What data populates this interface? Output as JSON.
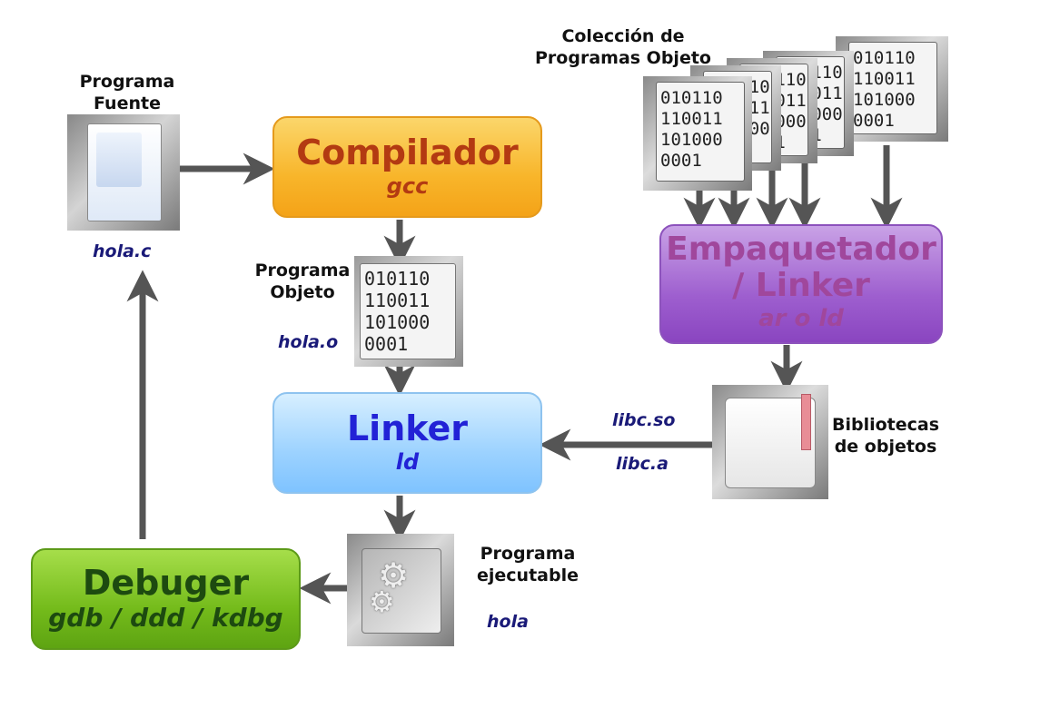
{
  "source": {
    "label_line1": "Programa",
    "label_line2": "Fuente",
    "file": "hola.c"
  },
  "compiler": {
    "title": "Compilador",
    "tool": "gcc"
  },
  "object": {
    "label_line1": "Programa",
    "label_line2": "Objeto",
    "file": "hola.o",
    "bits": "010110\n110011\n101000\n0001"
  },
  "collection": {
    "label_line1": "Colección de",
    "label_line2": "Programas Objeto"
  },
  "packager": {
    "title_line1": "Empaquetador",
    "title_line2": "/ Linker",
    "tool": "ar o ld"
  },
  "libraries": {
    "label_line1": "Bibliotecas",
    "label_line2": "de objetos",
    "file_so": "libc.so",
    "file_a": "libc.a"
  },
  "linker": {
    "title": "Linker",
    "tool": "ld"
  },
  "executable": {
    "label_line1": "Programa",
    "label_line2": "ejecutable",
    "file": "hola"
  },
  "debugger": {
    "title": "Debuger",
    "tool": "gdb / ddd / kdbg"
  },
  "colors": {
    "arrow": "#555555",
    "compiler": "#f8b52a",
    "linker": "#9cd2ff",
    "packager": "#9e5fcf",
    "debugger": "#74bb1b"
  }
}
